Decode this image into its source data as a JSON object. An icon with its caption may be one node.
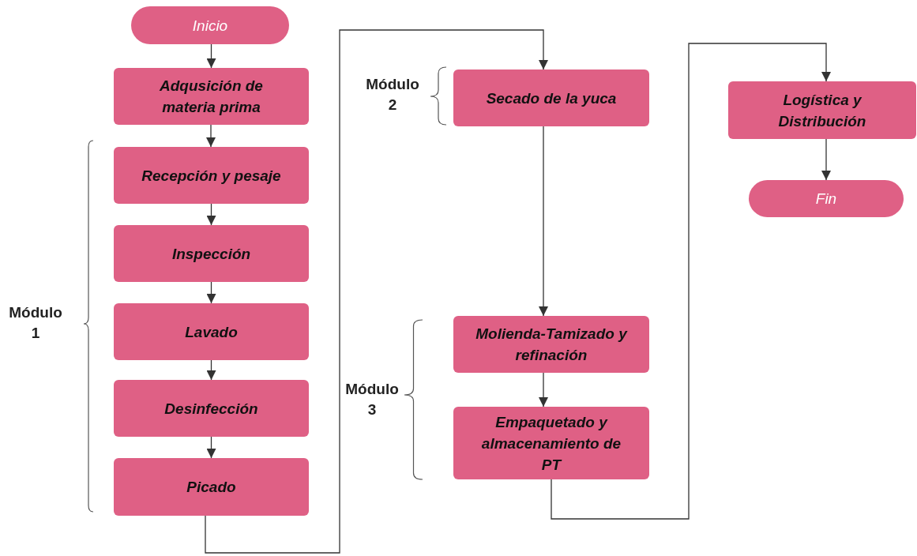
{
  "diagram": {
    "nodes": [
      {
        "text": [
          "Inicio"
        ]
      },
      {
        "text": [
          "Adqusición de materia prima"
        ]
      },
      {
        "text": [
          "Recepción y pesaje"
        ]
      },
      {
        "text": [
          "Inspección"
        ]
      },
      {
        "text": [
          "Lavado"
        ]
      },
      {
        "text": [
          "Desinfección"
        ]
      },
      {
        "text": [
          "Picado"
        ]
      },
      {
        "text": [
          "Secado de la yuca"
        ]
      },
      {
        "text": [
          "Molienda-Tamizado y refinación"
        ]
      },
      {
        "text": [
          "Empaquetado y almacenamiento de PT"
        ]
      },
      {
        "text": [
          "Logística y Distribución"
        ]
      },
      {
        "text": [
          "Fin"
        ]
      }
    ],
    "edges": [
      {
        "from": 0,
        "to": 1,
        "arrow": "to"
      },
      {
        "from": 1,
        "to": 2,
        "arrow": "to"
      },
      {
        "from": 2,
        "to": 3,
        "arrow": "to"
      },
      {
        "from": 3,
        "to": 4,
        "arrow": "to"
      },
      {
        "from": 4,
        "to": 5,
        "arrow": "to"
      },
      {
        "from": 5,
        "to": 6,
        "arrow": "to"
      },
      {
        "from": 6,
        "to": 7,
        "arrow": "to"
      },
      {
        "from": 7,
        "to": 8,
        "arrow": "to"
      },
      {
        "from": 8,
        "to": 9,
        "arrow": "to"
      },
      {
        "from": 9,
        "to": 10,
        "arrow": "to"
      },
      {
        "from": 10,
        "to": 11,
        "arrow": "to"
      }
    ],
    "labels": [
      "Módulo 1",
      "Módulo 2",
      "Módulo 3"
    ]
  }
}
